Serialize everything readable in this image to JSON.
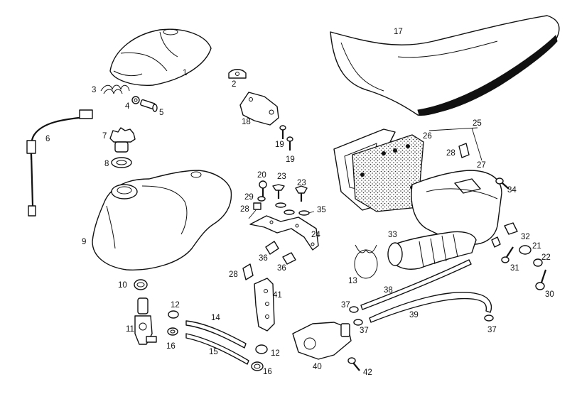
{
  "labels": [
    "1",
    "2",
    "3",
    "4",
    "5",
    "6",
    "7",
    "8",
    "9",
    "10",
    "11",
    "12",
    "14",
    "12",
    "15",
    "16",
    "16",
    "17",
    "18",
    "19",
    "19",
    "20",
    "21",
    "22",
    "23",
    "23",
    "24",
    "25",
    "26",
    "27",
    "28",
    "28",
    "28",
    "29",
    "30",
    "31",
    "32",
    "33",
    "35",
    "36",
    "36",
    "37",
    "37",
    "37",
    "38",
    "39",
    "40",
    "41",
    "42",
    "13",
    "34"
  ]
}
